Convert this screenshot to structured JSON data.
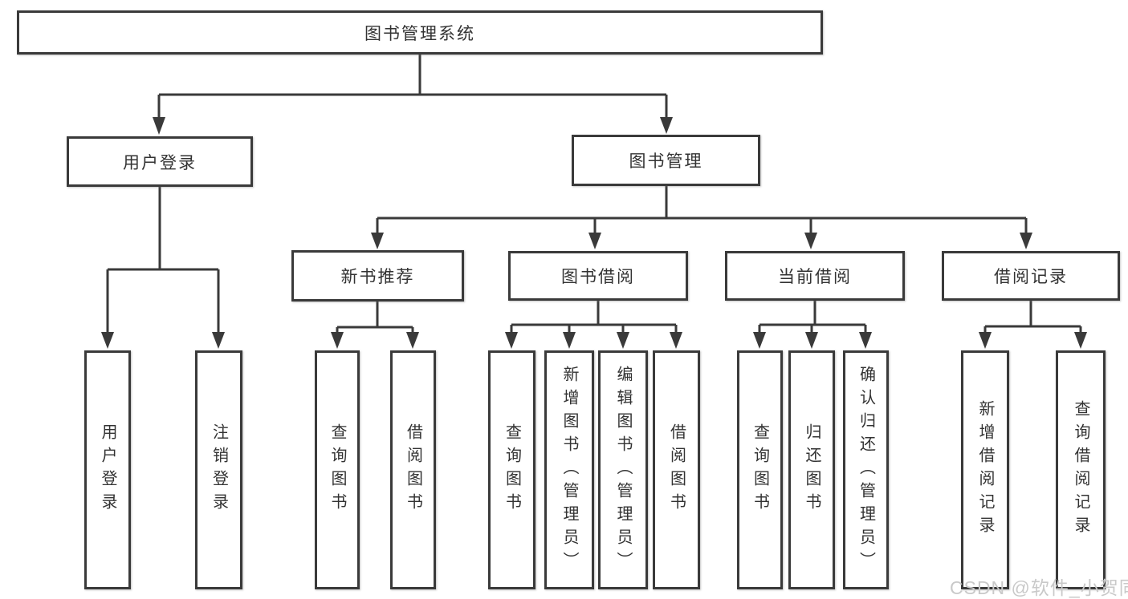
{
  "diagram": {
    "root": {
      "label": "图书管理系统"
    },
    "branches": [
      {
        "label": "用户登录",
        "children": [
          {
            "label": "用户登录"
          },
          {
            "label": "注销登录"
          }
        ]
      },
      {
        "label": "图书管理",
        "children": [
          {
            "label": "新书推荐",
            "children": [
              {
                "label": "查询图书"
              },
              {
                "label": "借阅图书"
              }
            ]
          },
          {
            "label": "图书借阅",
            "children": [
              {
                "label": "查询图书"
              },
              {
                "label": "新增图书（管理员）"
              },
              {
                "label": "编辑图书（管理员）"
              },
              {
                "label": "借阅图书"
              }
            ]
          },
          {
            "label": "当前借阅",
            "children": [
              {
                "label": "查询图书"
              },
              {
                "label": "归还图书"
              },
              {
                "label": "确认归还（管理员）"
              }
            ]
          },
          {
            "label": "借阅记录",
            "children": [
              {
                "label": "新增借阅记录"
              },
              {
                "label": "查询借阅记录"
              }
            ]
          }
        ]
      }
    ]
  },
  "watermark": {
    "text": "CSDN @软件_小贺同学"
  },
  "colors": {
    "line": "#3a3a3a",
    "border": "#3a3a3a",
    "text": "#333333",
    "watermark": "#c9c9c9",
    "background": "#ffffff"
  }
}
